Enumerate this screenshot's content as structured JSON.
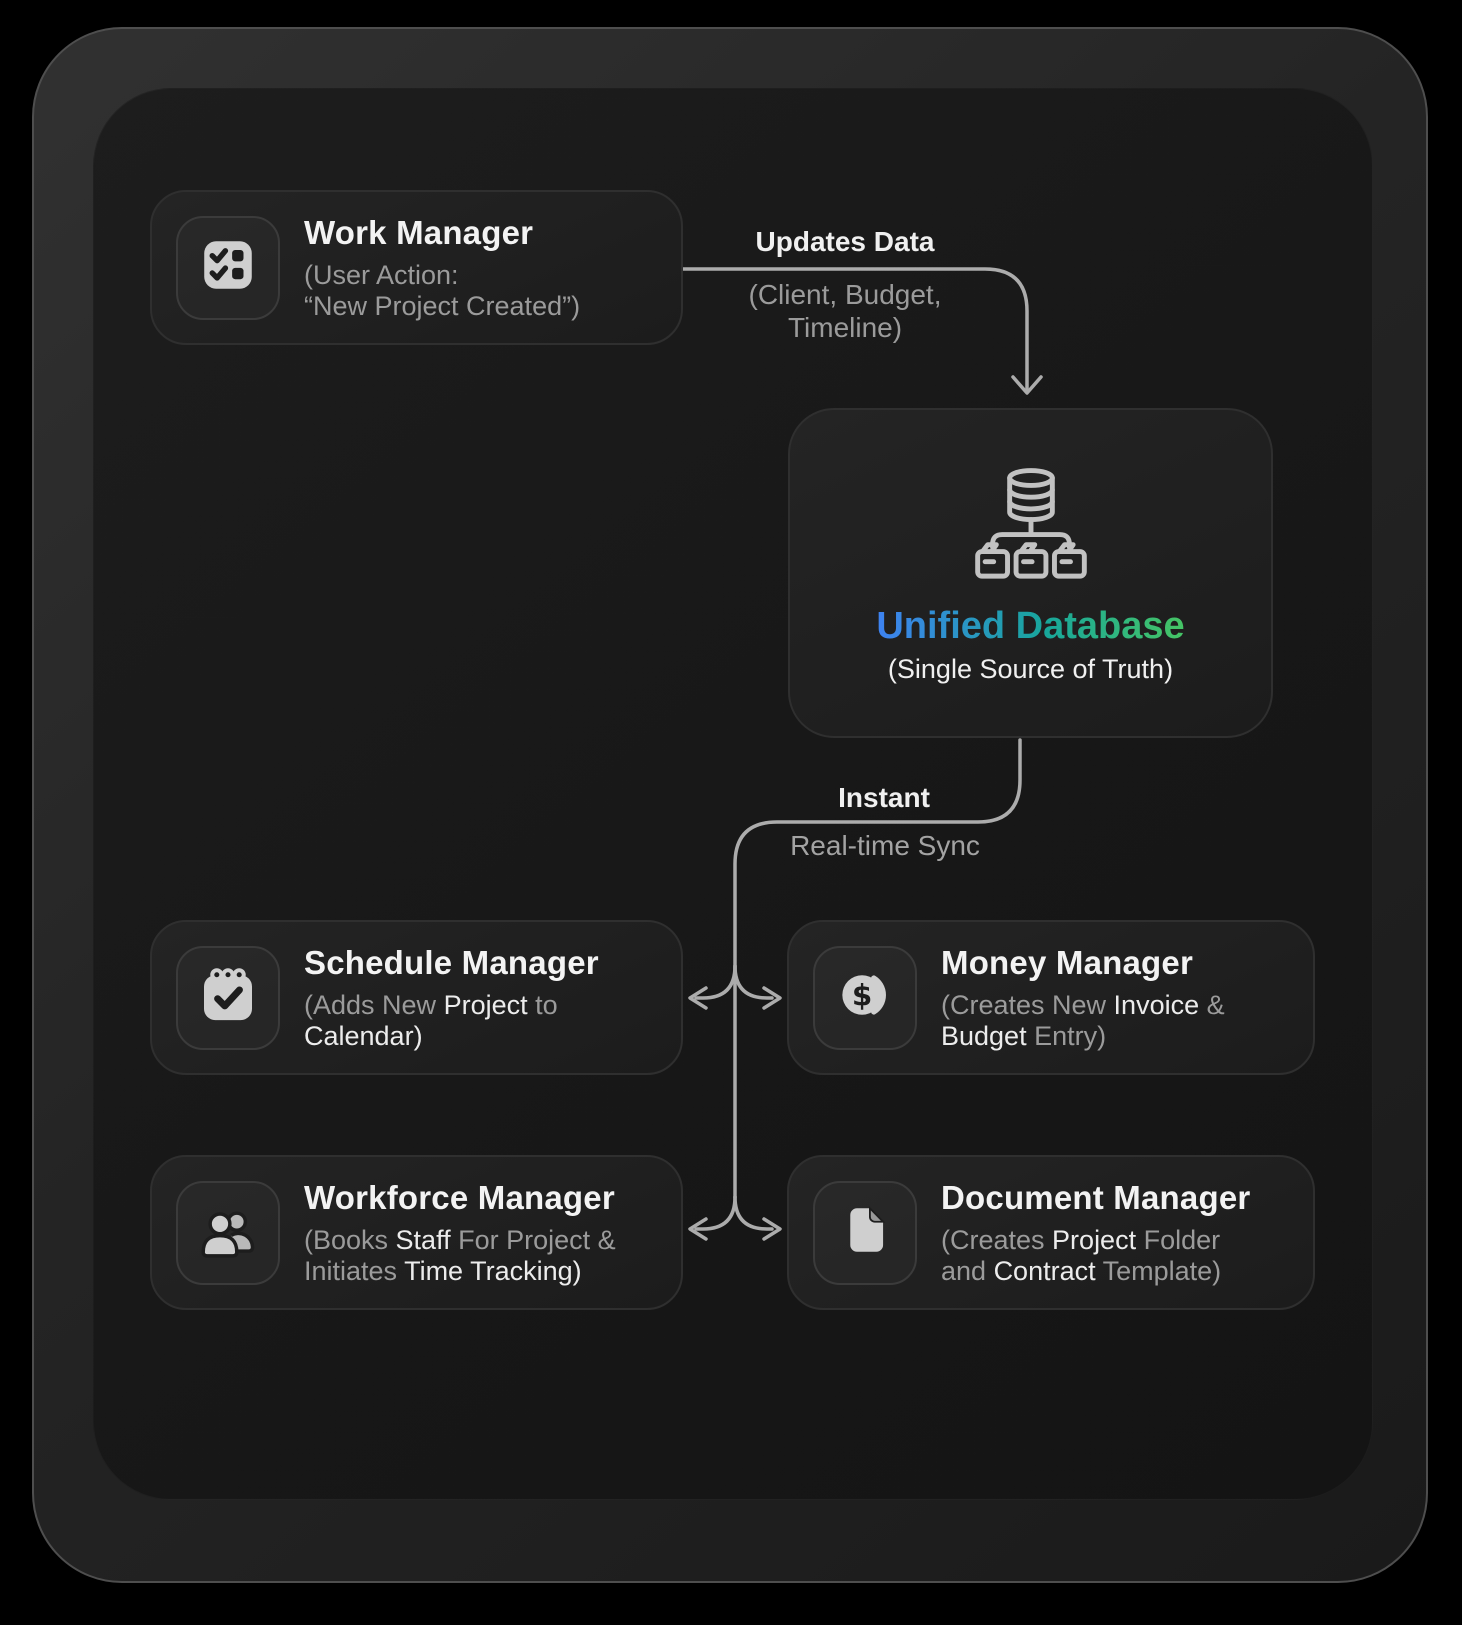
{
  "diagram": {
    "nodes": {
      "work": {
        "title": "Work Manager",
        "icon": "checklist-icon",
        "subtitle_runs": [
          {
            "t": "(User Action:",
            "s": "dim"
          },
          {
            "br": true
          },
          {
            "t": "“New Project Created”)",
            "s": "dim"
          }
        ]
      },
      "database": {
        "title": "Unified Database",
        "subtitle": "(Single Source of Truth)",
        "icon": "database-network-icon"
      },
      "schedule": {
        "title": "Schedule Manager",
        "icon": "calendar-check-icon",
        "subtitle_runs": [
          {
            "t": "(Adds New ",
            "s": "dim"
          },
          {
            "t": "Project",
            "s": "em"
          },
          {
            "t": " to",
            "s": "dim"
          },
          {
            "br": true
          },
          {
            "t": "Calendar)",
            "s": "em"
          }
        ]
      },
      "money": {
        "title": "Money Manager",
        "icon": "coin-dollar-icon",
        "subtitle_runs": [
          {
            "t": "(Creates New ",
            "s": "dim"
          },
          {
            "t": "Invoice",
            "s": "em"
          },
          {
            "t": " &",
            "s": "dim"
          },
          {
            "br": true
          },
          {
            "t": "Budget",
            "s": "em"
          },
          {
            "t": " Entry)",
            "s": "dim"
          }
        ]
      },
      "workforce": {
        "title": "Workforce Manager",
        "icon": "people-icon",
        "subtitle_runs": [
          {
            "t": "(Books ",
            "s": "dim"
          },
          {
            "t": "Staff",
            "s": "em"
          },
          {
            "t": " For Project &",
            "s": "dim"
          },
          {
            "br": true
          },
          {
            "t": "Initiates ",
            "s": "dim"
          },
          {
            "t": "Time Tracking)",
            "s": "em"
          }
        ]
      },
      "document": {
        "title": "Document Manager",
        "icon": "document-icon",
        "subtitle_runs": [
          {
            "t": "(Creates ",
            "s": "dim"
          },
          {
            "t": "Project",
            "s": "em"
          },
          {
            "t": " Folder",
            "s": "dim"
          },
          {
            "br": true
          },
          {
            "t": "and ",
            "s": "dim"
          },
          {
            "t": "Contract",
            "s": "em"
          },
          {
            "t": " Template)",
            "s": "dim"
          }
        ]
      }
    },
    "connectors": {
      "updates": {
        "label": "Updates Data",
        "sub_runs": [
          {
            "t": "(Client, Budget,",
            "s": "dim"
          },
          {
            "br": true
          },
          {
            "t": "Timeline)",
            "s": "dim"
          }
        ]
      },
      "sync": {
        "label": "Instant",
        "sub": "Real-time Sync"
      }
    },
    "colors": {
      "background": "#000000",
      "connector": "#acacac",
      "title_gradient_blue": "#3e82f2",
      "title_gradient_teal": "#18a79b",
      "title_gradient_green": "#46c464"
    }
  }
}
